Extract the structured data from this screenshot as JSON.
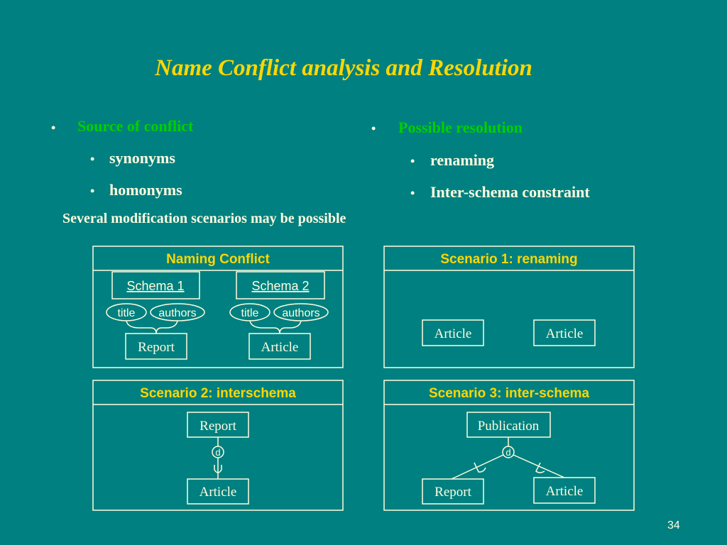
{
  "slide": {
    "title": "Name Conflict analysis and Resolution",
    "note": "Several modification scenarios may be possible",
    "page_number": "34"
  },
  "left_list": {
    "heading": "Source of conflict",
    "items": [
      "synonyms",
      "homonyms"
    ]
  },
  "right_list": {
    "heading": "Possible resolution",
    "items": [
      "renaming",
      "Inter-schema constraint"
    ]
  },
  "panels": {
    "naming_conflict": {
      "title": "Naming Conflict",
      "schema1": "Schema 1",
      "schema2": "Schema 2",
      "attr_title": "title",
      "attr_authors": "authors",
      "entity1": "Report",
      "entity2": "Article"
    },
    "scenario1": {
      "title": "Scenario 1: renaming",
      "entity1": "Article",
      "entity2": "Article"
    },
    "scenario2": {
      "title": "Scenario 2: interschema",
      "top": "Report",
      "marker": "d",
      "subset_symbol": "U",
      "bottom": "Article"
    },
    "scenario3": {
      "title": "Scenario 3: inter-schema",
      "top": "Publication",
      "marker": "d",
      "subset_symbol": "U",
      "left": "Report",
      "right": "Article"
    }
  },
  "colors": {
    "background": "#008080",
    "title": "#ffd700",
    "heading": "#00d000",
    "text": "#fffde0"
  }
}
